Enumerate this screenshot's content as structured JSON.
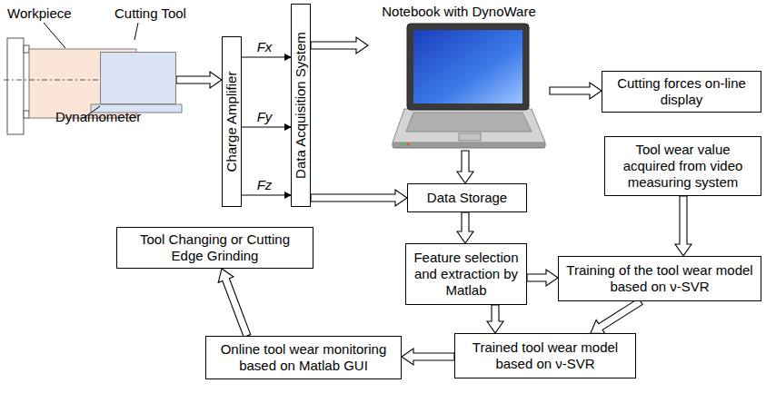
{
  "diagram": {
    "nodes": [
      {
        "text": [
          "Dynamometer"
        ]
      },
      {
        "text": [
          "Charge Amplifier"
        ]
      },
      {
        "text": [
          "Data Acquisition System"
        ]
      },
      {
        "text": [
          "Notebook with DynoWare"
        ]
      },
      {
        "text": [
          "Cutting forces on-line display"
        ]
      },
      {
        "text": [
          "Data Storage"
        ]
      },
      {
        "text": [
          "Tool wear value acquired from video measuring system"
        ]
      },
      {
        "text": [
          "Feature selection and extraction by Matlab"
        ]
      },
      {
        "text": [
          "Training of the tool wear model based on ν-SVR"
        ]
      },
      {
        "text": [
          "Trained tool wear model based on ν-SVR"
        ]
      },
      {
        "text": [
          "Online tool wear monitoring based on Matlab GUI"
        ]
      },
      {
        "text": [
          "Tool Changing or Cutting Edge Grinding"
        ]
      }
    ],
    "edges": [
      {
        "from": 0,
        "to": 1,
        "arrow": "to"
      },
      {
        "from": 1,
        "to": 2,
        "label": "Fx",
        "arrow": "to"
      },
      {
        "from": 1,
        "to": 2,
        "label": "Fy",
        "arrow": "to"
      },
      {
        "from": 1,
        "to": 2,
        "label": "Fz",
        "arrow": "to"
      },
      {
        "from": 2,
        "to": 3,
        "arrow": "to"
      },
      {
        "from": 2,
        "to": 5,
        "arrow": "to"
      },
      {
        "from": 3,
        "to": 4,
        "arrow": "to"
      },
      {
        "from": 3,
        "to": 5,
        "arrow": "to"
      },
      {
        "from": 5,
        "to": 7,
        "arrow": "to"
      },
      {
        "from": 7,
        "to": 8,
        "arrow": "to"
      },
      {
        "from": 6,
        "to": 8,
        "arrow": "to"
      },
      {
        "from": 8,
        "to": 9,
        "arrow": "to"
      },
      {
        "from": 7,
        "to": 9,
        "arrow": "to"
      },
      {
        "from": 9,
        "to": 10,
        "arrow": "to"
      },
      {
        "from": 10,
        "to": 11,
        "arrow": "to"
      }
    ],
    "labels": [
      "Workpiece",
      "Cutting Tool"
    ]
  }
}
